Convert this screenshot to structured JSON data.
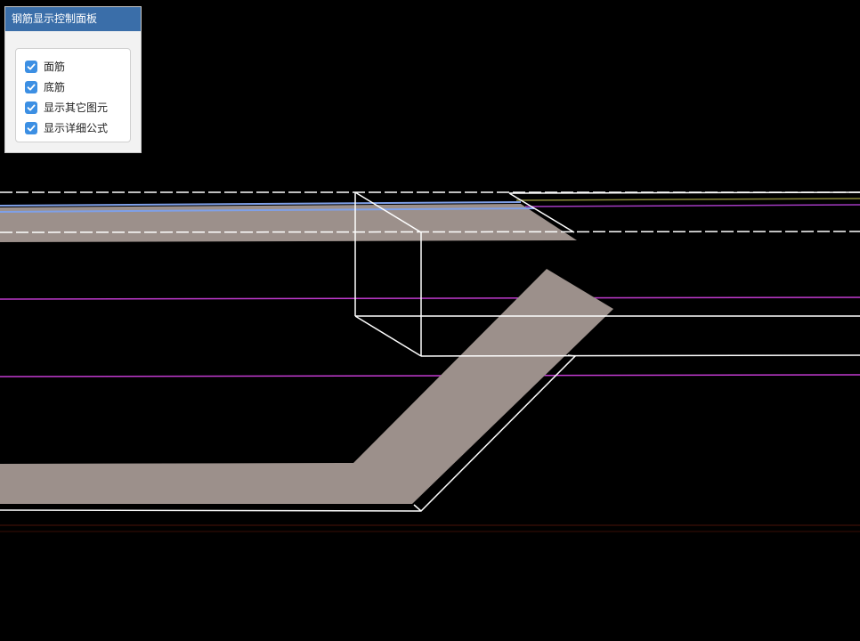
{
  "panel": {
    "title": "钢筋显示控制面板",
    "options": [
      {
        "label": "面筋",
        "checked": true
      },
      {
        "label": "底筋",
        "checked": true
      },
      {
        "label": "显示其它图元",
        "checked": true
      },
      {
        "label": "显示详细公式",
        "checked": true
      }
    ]
  },
  "colors": {
    "background": "#000000",
    "panel_header": "#3a6ea9",
    "checkbox": "#3c8fe3",
    "rebar": "#9c908b",
    "outline": "#ffffff",
    "magenta_line": "#c23bd0",
    "blue_line": "#7fa0e8",
    "olive_line": "#8c8a3a",
    "dark_red_line": "#4a1208"
  },
  "icons": {
    "checkbox_mark": "check-icon"
  }
}
